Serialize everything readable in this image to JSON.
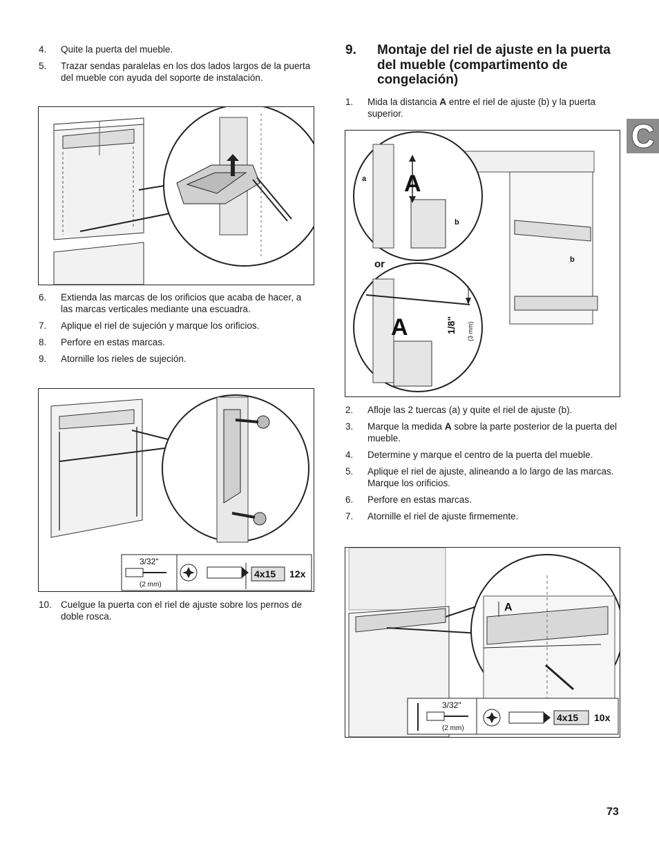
{
  "left_steps_a": [
    {
      "num": "4.",
      "text": "Quite la puerta del mueble."
    },
    {
      "num": "5.",
      "text": "Trazar sendas paralelas en los dos lados largos de la puerta del mueble con ayuda del soporte de instalación."
    }
  ],
  "left_steps_b": [
    {
      "num": "6.",
      "text": "Extienda las marcas de los orificios que acaba de hacer, a las marcas verticales mediante una escuadra."
    },
    {
      "num": "7.",
      "text": "Aplique el riel de sujeción y marque los orificios."
    },
    {
      "num": "8.",
      "text": "Perfore en estas marcas."
    },
    {
      "num": "9.",
      "text": "Atornille los rieles de sujeción."
    }
  ],
  "left_steps_c": [
    {
      "num": "10.",
      "text": "Cuelgue la puerta con el riel de ajuste sobre los pernos de doble rosca."
    }
  ],
  "section": {
    "number": "9.",
    "title": "Montaje del riel de ajuste en la puerta del mueble (compartimento de congelación)"
  },
  "right_step1": {
    "num": "1.",
    "pre": "Mida la distancia ",
    "bold": "A",
    "post": " entre el riel de ajuste (b) y la puerta  superior."
  },
  "right_steps_b": [
    {
      "num": "2.",
      "text": "Afloje las 2 tuercas (a) y quite el riel de ajuste (b)."
    },
    {
      "num": "3.",
      "pre": "Marque la medida ",
      "bold": "A",
      "post": " sobre la parte posterior de la puerta del mueble."
    },
    {
      "num": "4.",
      "text": "Determine y marque el centro de la puerta del mueble."
    },
    {
      "num": "5.",
      "text": "Aplique el riel de ajuste, alineando a lo largo de las marcas. Marque los orificios."
    },
    {
      "num": "6.",
      "text": "Perfore en estas marcas."
    },
    {
      "num": "7.",
      "text": "Atornille el riel de ajuste firmemente."
    }
  ],
  "fig2": {
    "drill_frac": "3/32\"",
    "drill_mm": "(2 mm)",
    "screw_size": "4x15",
    "qty": "12x"
  },
  "fig3": {
    "label_a": "a",
    "label_b": "b",
    "label_b2": "b",
    "label_A": "A",
    "label_or": "or",
    "label_A2": "A",
    "gap_in": "1/8\"",
    "gap_mm": "(3 mm)"
  },
  "fig4": {
    "label_A": "A",
    "drill_frac": "3/32\"",
    "drill_mm": "(2 mm)",
    "screw_size": "4x15",
    "qty": "10x"
  },
  "tab_letter": "C",
  "page_number": "73"
}
